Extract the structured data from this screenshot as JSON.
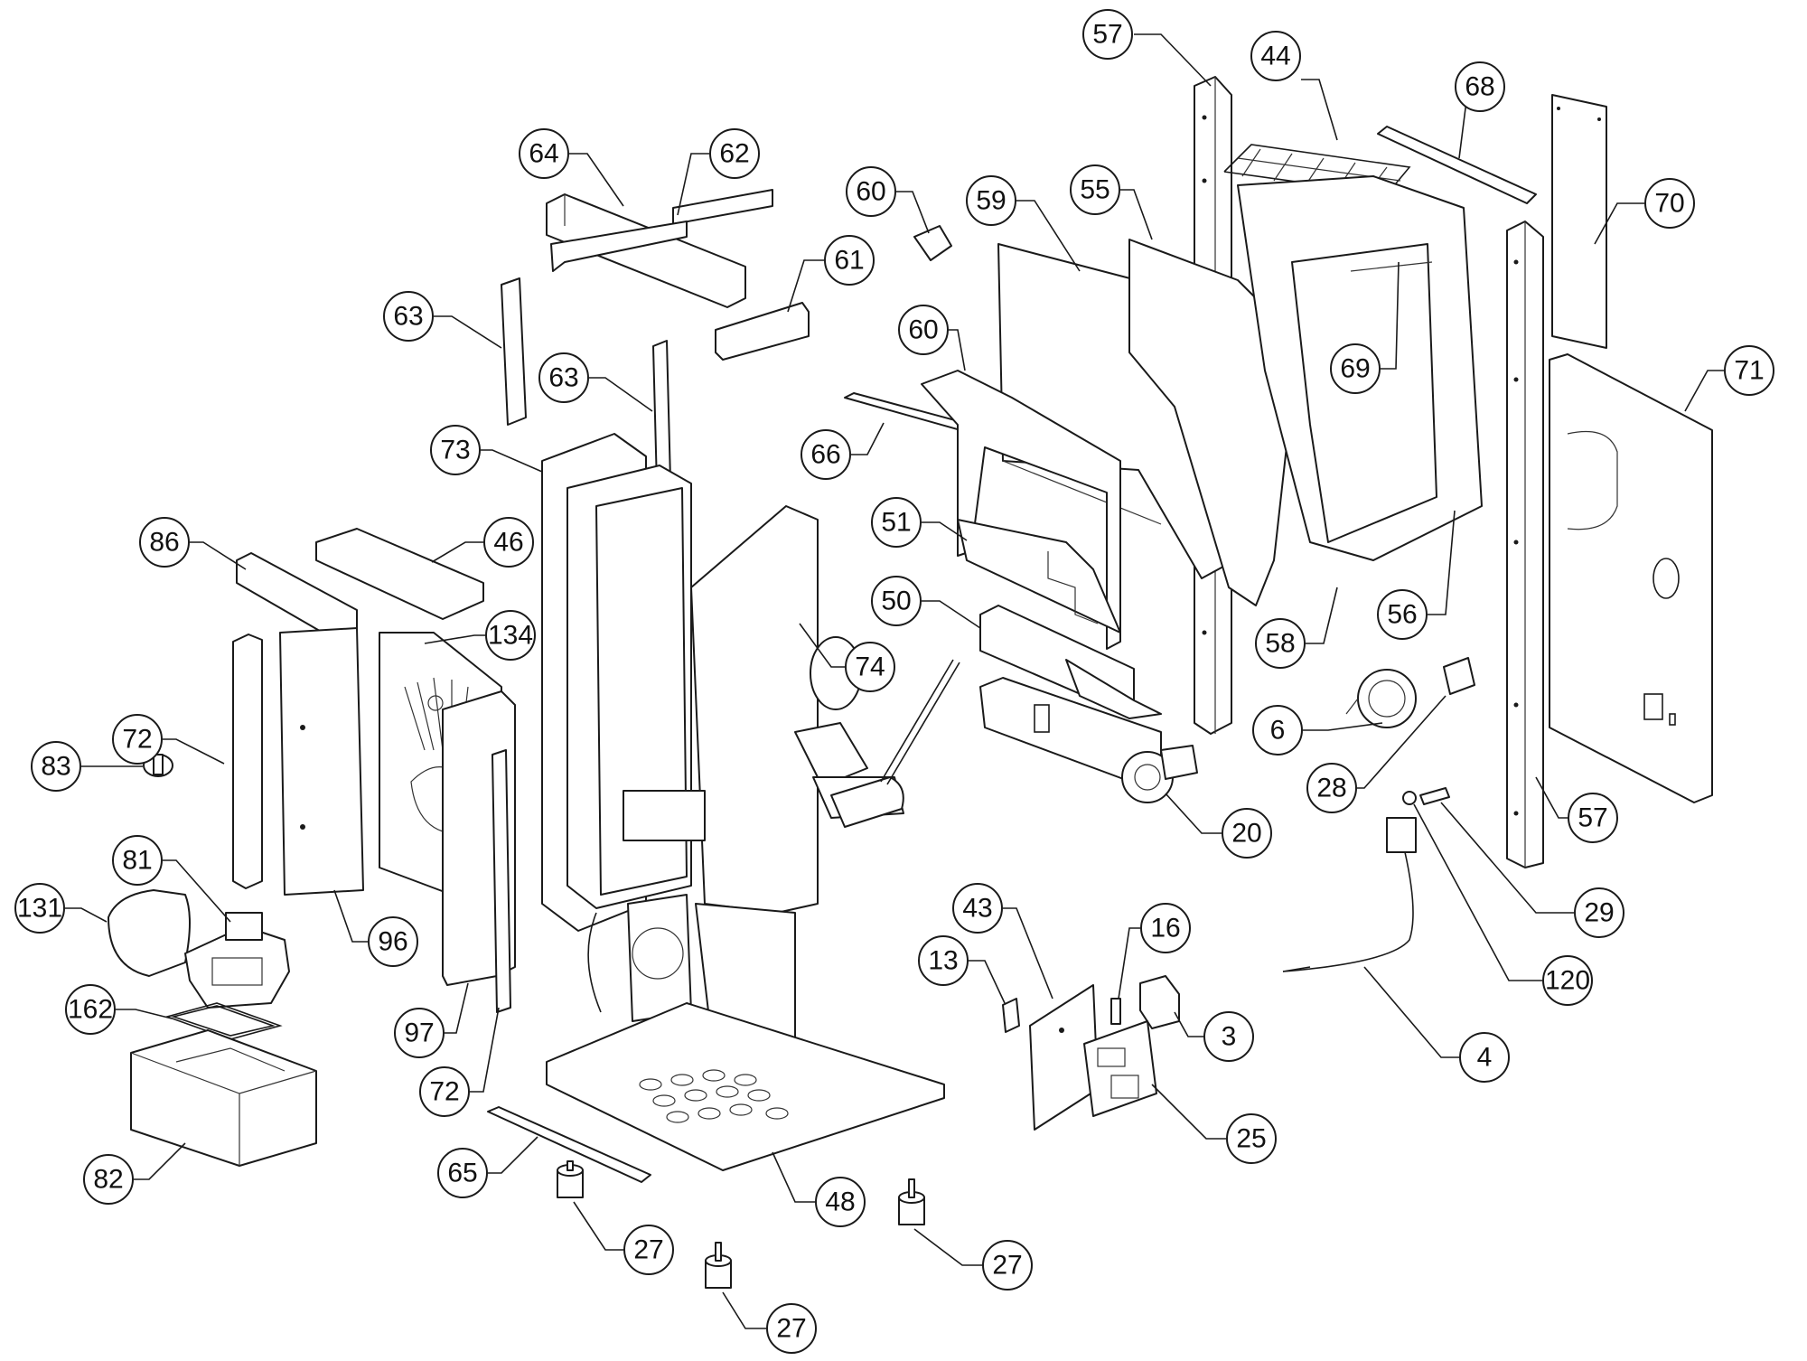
{
  "callouts": [
    {
      "id": "c57a",
      "label": "57"
    },
    {
      "id": "c44",
      "label": "44"
    },
    {
      "id": "c68",
      "label": "68"
    },
    {
      "id": "c70",
      "label": "70"
    },
    {
      "id": "c64",
      "label": "64"
    },
    {
      "id": "c62",
      "label": "62"
    },
    {
      "id": "c60a",
      "label": "60"
    },
    {
      "id": "c59",
      "label": "59"
    },
    {
      "id": "c55",
      "label": "55"
    },
    {
      "id": "c61",
      "label": "61"
    },
    {
      "id": "c63a",
      "label": "63"
    },
    {
      "id": "c60b",
      "label": "60"
    },
    {
      "id": "c69",
      "label": "69"
    },
    {
      "id": "c71",
      "label": "71"
    },
    {
      "id": "c63b",
      "label": "63"
    },
    {
      "id": "c73",
      "label": "73"
    },
    {
      "id": "c66",
      "label": "66"
    },
    {
      "id": "c51",
      "label": "51"
    },
    {
      "id": "c86",
      "label": "86"
    },
    {
      "id": "c46",
      "label": "46"
    },
    {
      "id": "c50",
      "label": "50"
    },
    {
      "id": "c58",
      "label": "58"
    },
    {
      "id": "c56",
      "label": "56"
    },
    {
      "id": "c134",
      "label": "134"
    },
    {
      "id": "c74",
      "label": "74"
    },
    {
      "id": "c72a",
      "label": "72"
    },
    {
      "id": "c6",
      "label": "6"
    },
    {
      "id": "c83",
      "label": "83"
    },
    {
      "id": "c28",
      "label": "28"
    },
    {
      "id": "c57b",
      "label": "57"
    },
    {
      "id": "c20",
      "label": "20"
    },
    {
      "id": "c81",
      "label": "81"
    },
    {
      "id": "c131",
      "label": "131"
    },
    {
      "id": "c96",
      "label": "96"
    },
    {
      "id": "c43",
      "label": "43"
    },
    {
      "id": "c16",
      "label": "16"
    },
    {
      "id": "c29",
      "label": "29"
    },
    {
      "id": "c13",
      "label": "13"
    },
    {
      "id": "c120",
      "label": "120"
    },
    {
      "id": "c162",
      "label": "162"
    },
    {
      "id": "c97",
      "label": "97"
    },
    {
      "id": "c3",
      "label": "3"
    },
    {
      "id": "c4",
      "label": "4"
    },
    {
      "id": "c72b",
      "label": "72"
    },
    {
      "id": "c25",
      "label": "25"
    },
    {
      "id": "c82",
      "label": "82"
    },
    {
      "id": "c65",
      "label": "65"
    },
    {
      "id": "c48",
      "label": "48"
    },
    {
      "id": "c27a",
      "label": "27"
    },
    {
      "id": "c27b",
      "label": "27"
    },
    {
      "id": "c27c",
      "label": "27"
    }
  ]
}
